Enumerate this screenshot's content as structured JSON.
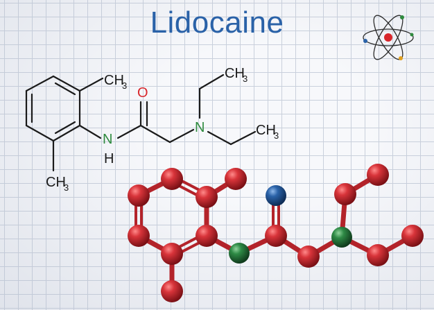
{
  "title": "Lidocaine",
  "colors": {
    "title": "#2a62a8",
    "bond": "#1a1a1a",
    "oxygen_label": "#d8262b",
    "nitrogen_label": "#2e8a3e",
    "carbon_atom": "#c0282e",
    "nitrogen_atom": "#1f6b35",
    "oxygen_atom": "#1d5590",
    "ball_bond": "#b3232a"
  },
  "structural_formula": {
    "labels": {
      "ch3_top": "CH",
      "ch3_top_sub": "3",
      "ch3_bottom": "CH",
      "ch3_bottom_sub": "3",
      "ch3_ethyl_top": "CH",
      "ch3_ethyl_top_sub": "3",
      "ch3_ethyl_right": "CH",
      "ch3_ethyl_right_sub": "3",
      "oxygen": "O",
      "amide_n": "N",
      "amide_h": "H",
      "amine_n": "N"
    }
  },
  "ball_and_stick": {
    "atom_kinds": [
      "C",
      "C",
      "C",
      "C",
      "C",
      "C",
      "C",
      "C",
      "N",
      "C",
      "O",
      "C",
      "N",
      "C",
      "C",
      "C",
      "C"
    ]
  },
  "atom_icon": {
    "name": "atom-icon"
  }
}
